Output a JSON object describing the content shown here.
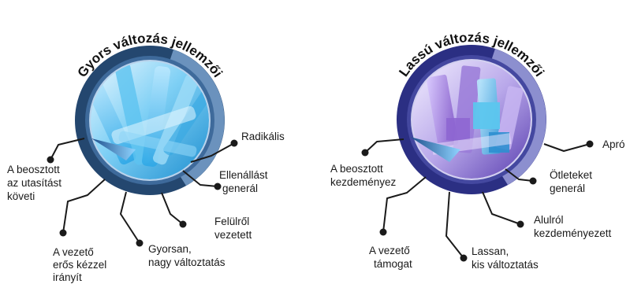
{
  "colors": {
    "left_ring_outer": "#24476f",
    "left_ring_inner": "#6b92bd",
    "left_core": "#3fb0e8",
    "right_ring_outer": "#2b2f83",
    "right_ring_inner": "#8c8fcf",
    "right_core_a": "#7b5cc6",
    "right_core_b": "#39b4e4",
    "text": "#1a1a1a"
  },
  "left_panel": {
    "title": "Gyors változás jellemzői",
    "labels": {
      "radikalis": "Radikális",
      "ellenallast_1": "Ellenállást",
      "ellenallast_2": "generál",
      "felulrol_1": "Felülről",
      "felulrol_2": "vezetett",
      "gyorsan_1": "Gyorsan,",
      "gyorsan_2": "nagy változtatás",
      "vezeto_1": "A vezető",
      "vezeto_2": "erős kézzel",
      "vezeto_3": "irányít",
      "beosztott_1": "A beosztott",
      "beosztott_2": "az utasítást",
      "beosztott_3": "követi"
    }
  },
  "right_panel": {
    "title": "Lassú változás jellemzői",
    "labels": {
      "apro": "Apró",
      "otleteket_1": "Ötleteket",
      "otleteket_2": "generál",
      "alulrol_1": "Alulról",
      "alulrol_2": "kezdeményezett",
      "lassan_1": "Lassan,",
      "lassan_2": "kis változtatás",
      "vezeto_1": "A vezető",
      "vezeto_2": "támogat",
      "beosztott_1": "A beosztott",
      "beosztott_2": "kezdeményez"
    }
  }
}
